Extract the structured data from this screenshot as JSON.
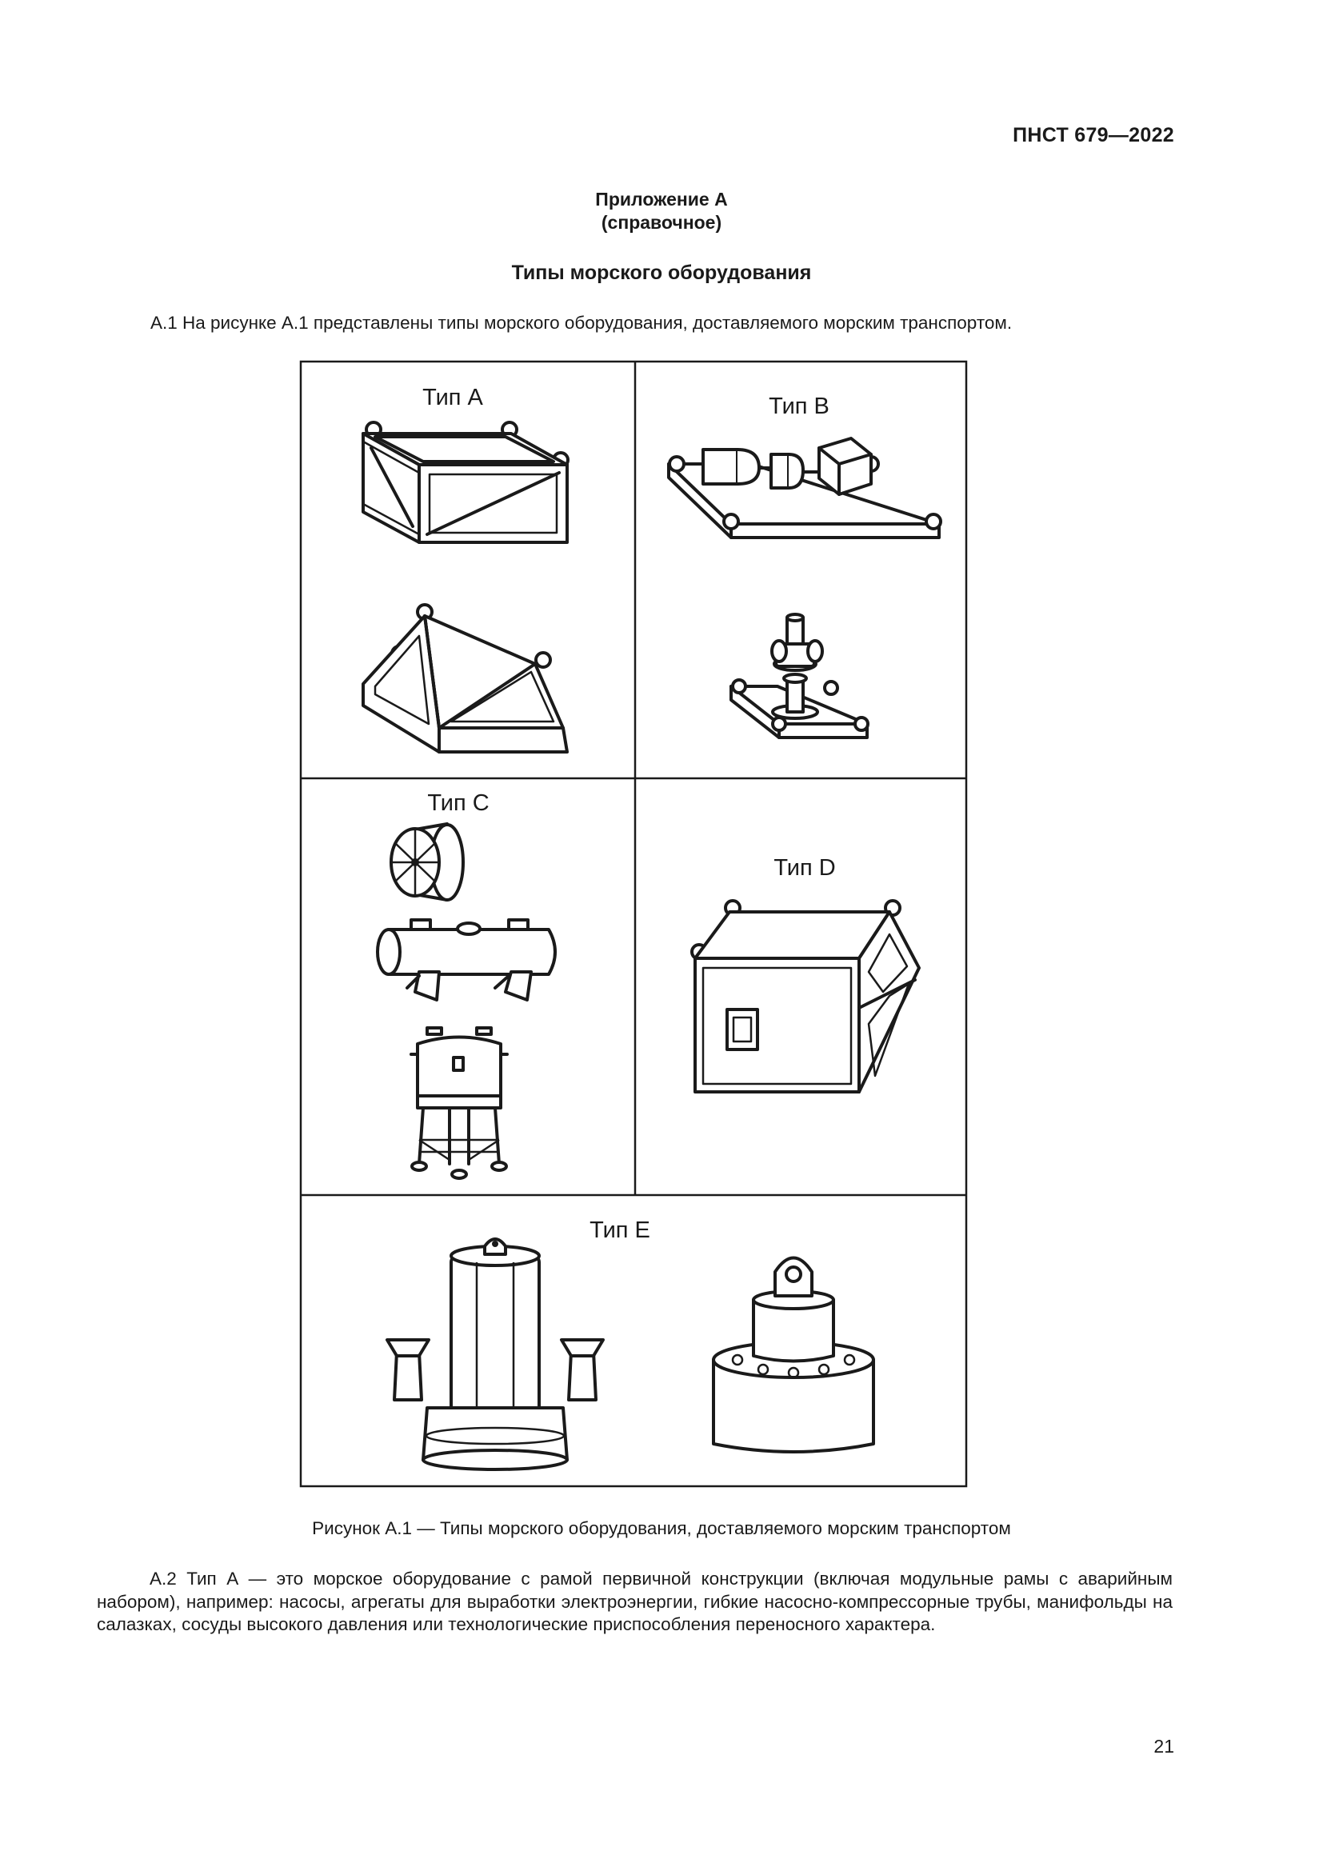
{
  "header": {
    "doc_code": "ПНСТ 679—2022"
  },
  "annex": {
    "label": "Приложение А",
    "status": "(справочное)",
    "title": "Типы морского оборудования"
  },
  "paragraphs": {
    "a1": "А.1 На рисунке А.1 представлены типы морского оборудования, доставляемого морским транспортом.",
    "a2": "А.2 Тип А — это морское оборудование с рамой первичной конструкции (включая модульные рамы с аварийным набором), например: насосы, агрегаты для выработки электроэнергии, гибкие насосно-компрессорные трубы, манифольды на салазках, сосуды высокого давления или технологические приспособления переносного характера."
  },
  "figure": {
    "cells": {
      "type_a": "Тип А",
      "type_b": "Тип В",
      "type_c": "Тип С",
      "type_d": "Тип D",
      "type_e": "Тип Е"
    },
    "caption": "Рисунок А.1 — Типы морского оборудования, доставляемого морским транспортом"
  },
  "footer": {
    "page_number": "21"
  }
}
